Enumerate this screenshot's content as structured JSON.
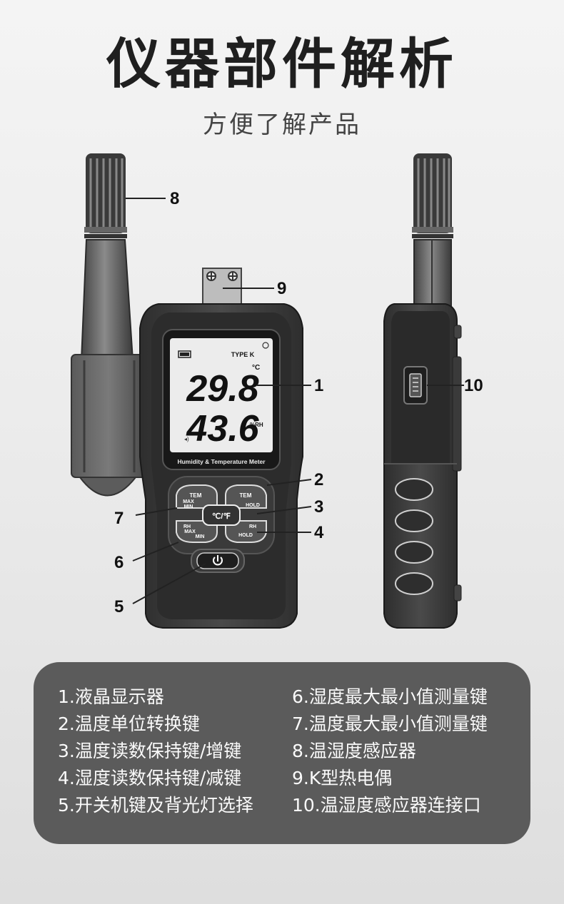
{
  "header": {
    "title": "仪器部件解析",
    "subtitle": "方便了解产品"
  },
  "device": {
    "lcd_mode": "TYPE K",
    "temperature_value": "29.8",
    "temperature_unit": "°C",
    "humidity_value": "43.6",
    "humidity_unit": "%RH",
    "model_label": "Humidity & Temperature Meter",
    "buttons": {
      "tem_max_top": "TEM",
      "tem_max_mid": "MAX",
      "tem_max_bot": "MIN",
      "tem_hold_top": "TEM",
      "tem_hold_bot": "HOLD",
      "unit": "℃/℉",
      "rh_max_top": "RH",
      "rh_max_mid": "MAX",
      "rh_max_bot": "MIN",
      "rh_hold_top": "RH",
      "rh_hold_bot": "HOLD"
    }
  },
  "callouts": [
    "1",
    "2",
    "3",
    "4",
    "5",
    "6",
    "7",
    "8",
    "9",
    "10"
  ],
  "legend": {
    "left": [
      "1.液晶显示器",
      "2.温度单位转换键",
      "3.温度读数保持键/增键",
      "4.湿度读数保持键/减键",
      "5.开关机键及背光灯选择"
    ],
    "right": [
      "6.湿度最大最小值测量键",
      "7.温度最大最小值测量键",
      "8.温湿度感应器",
      "9.K型热电偶",
      "10.温湿度感应器连接口"
    ]
  },
  "colors": {
    "device_body": "#3c3c3c",
    "probe": "#6d6d6d",
    "lcd": "#ececec",
    "panel": "#5b5b5b"
  }
}
